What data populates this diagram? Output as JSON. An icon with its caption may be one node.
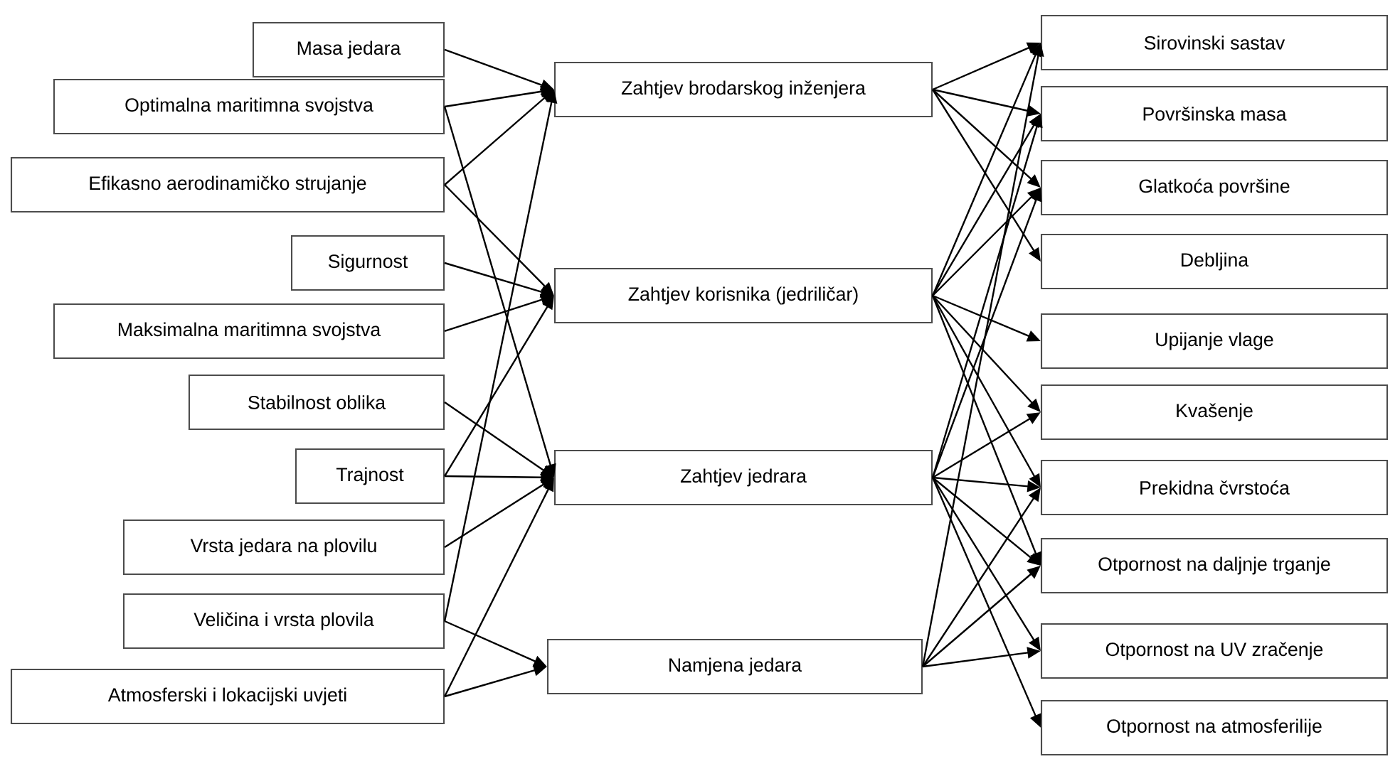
{
  "diagram": {
    "nodes": [
      {
        "text": [
          "Masa jedara"
        ]
      },
      {
        "text": [
          "Optimalna maritimna svojstva"
        ]
      },
      {
        "text": [
          "Efikasno aerodinamičko strujanje"
        ]
      },
      {
        "text": [
          "Sigurnost"
        ]
      },
      {
        "text": [
          "Maksimalna maritimna svojstva"
        ]
      },
      {
        "text": [
          "Stabilnost oblika"
        ]
      },
      {
        "text": [
          "Trajnost"
        ]
      },
      {
        "text": [
          "Vrsta jedara na plovilu"
        ]
      },
      {
        "text": [
          "Veličina i vrsta plovila"
        ]
      },
      {
        "text": [
          "Atmosferski i lokacijski uvjeti"
        ]
      },
      {
        "text": [
          "Zahtjev brodarskog inženjera"
        ]
      },
      {
        "text": [
          "Zahtjev korisnika (jedriličar)"
        ]
      },
      {
        "text": [
          "Zahtjev jedrara"
        ]
      },
      {
        "text": [
          "Namjena jedara"
        ]
      },
      {
        "text": [
          "Sirovinski sastav"
        ]
      },
      {
        "text": [
          "Površinska masa"
        ]
      },
      {
        "text": [
          "Glatkoća površine"
        ]
      },
      {
        "text": [
          "Debljina"
        ]
      },
      {
        "text": [
          "Upijanje vlage"
        ]
      },
      {
        "text": [
          "Kvašenje"
        ]
      },
      {
        "text": [
          "Prekidna čvrstoća"
        ]
      },
      {
        "text": [
          "Otpornost na daljnje trganje"
        ]
      },
      {
        "text": [
          "Otpornost na UV zračenje"
        ]
      },
      {
        "text": [
          "Otpornost na atmosferilije"
        ]
      }
    ],
    "edges": [
      {
        "from": 0,
        "to": 10,
        "arrow": "to"
      },
      {
        "from": 1,
        "to": 10,
        "arrow": "to"
      },
      {
        "from": 1,
        "to": 12,
        "arrow": "to"
      },
      {
        "from": 2,
        "to": 10,
        "arrow": "to"
      },
      {
        "from": 2,
        "to": 11,
        "arrow": "to"
      },
      {
        "from": 3,
        "to": 11,
        "arrow": "to"
      },
      {
        "from": 4,
        "to": 11,
        "arrow": "to"
      },
      {
        "from": 5,
        "to": 12,
        "arrow": "to"
      },
      {
        "from": 6,
        "to": 11,
        "arrow": "to"
      },
      {
        "from": 6,
        "to": 12,
        "arrow": "to"
      },
      {
        "from": 7,
        "to": 12,
        "arrow": "to"
      },
      {
        "from": 8,
        "to": 10,
        "arrow": "to"
      },
      {
        "from": 8,
        "to": 13,
        "arrow": "to"
      },
      {
        "from": 9,
        "to": 12,
        "arrow": "to"
      },
      {
        "from": 9,
        "to": 13,
        "arrow": "to"
      },
      {
        "from": 10,
        "to": 14,
        "arrow": "to"
      },
      {
        "from": 10,
        "to": 15,
        "arrow": "to"
      },
      {
        "from": 10,
        "to": 16,
        "arrow": "to"
      },
      {
        "from": 10,
        "to": 17,
        "arrow": "to"
      },
      {
        "from": 11,
        "to": 14,
        "arrow": "to"
      },
      {
        "from": 11,
        "to": 15,
        "arrow": "to"
      },
      {
        "from": 11,
        "to": 16,
        "arrow": "to"
      },
      {
        "from": 11,
        "to": 18,
        "arrow": "to"
      },
      {
        "from": 11,
        "to": 19,
        "arrow": "to"
      },
      {
        "from": 11,
        "to": 20,
        "arrow": "to"
      },
      {
        "from": 11,
        "to": 21,
        "arrow": "to"
      },
      {
        "from": 12,
        "to": 15,
        "arrow": "to"
      },
      {
        "from": 12,
        "to": 16,
        "arrow": "to"
      },
      {
        "from": 12,
        "to": 19,
        "arrow": "to"
      },
      {
        "from": 12,
        "to": 20,
        "arrow": "to"
      },
      {
        "from": 12,
        "to": 21,
        "arrow": "to"
      },
      {
        "from": 12,
        "to": 22,
        "arrow": "to"
      },
      {
        "from": 12,
        "to": 23,
        "arrow": "to"
      },
      {
        "from": 13,
        "to": 14,
        "arrow": "to"
      },
      {
        "from": 13,
        "to": 20,
        "arrow": "to"
      },
      {
        "from": 13,
        "to": 21,
        "arrow": "to"
      },
      {
        "from": 13,
        "to": 22,
        "arrow": "to"
      }
    ]
  }
}
